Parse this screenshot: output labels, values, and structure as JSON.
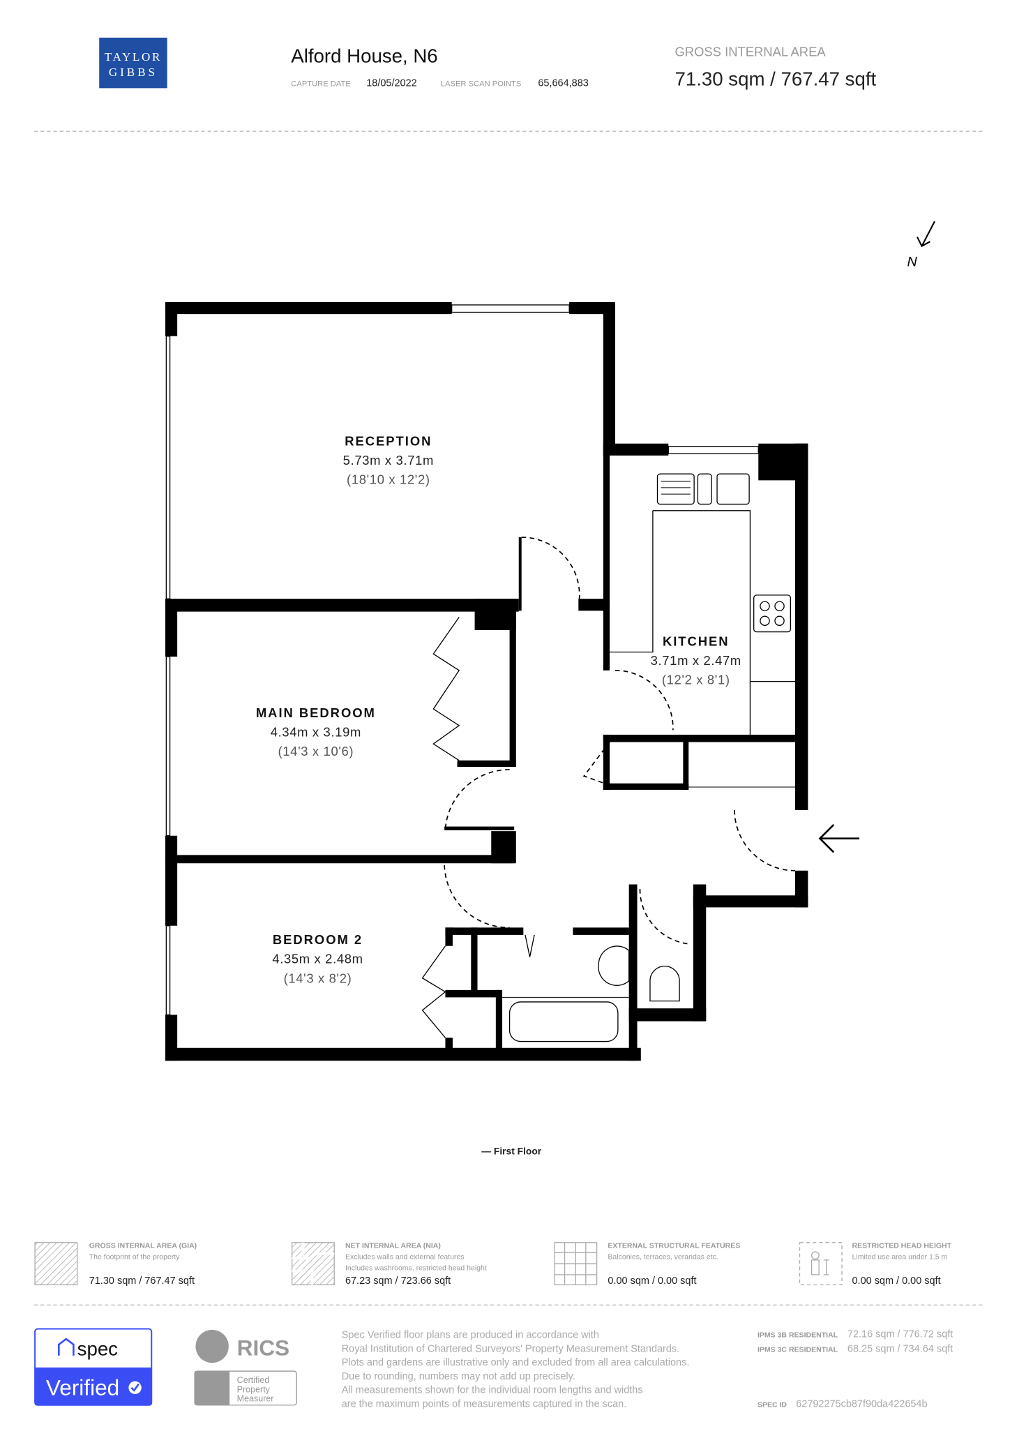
{
  "header": {
    "logo_text": [
      "TAYLOR",
      "GIBBS"
    ],
    "brand_color": "#1f4ea3",
    "property_title": "Alford House, N6",
    "capture_date_label": "CAPTURE DATE",
    "capture_date": "18/05/2022",
    "scan_points_label": "LASER SCAN POINTS",
    "scan_points": "65,664,883",
    "gia_label": "GROSS INTERNAL AREA",
    "gia_value": "71.30 sqm / 767.47 sqft"
  },
  "compass": {
    "label": "N"
  },
  "rooms": [
    {
      "name": "RECEPTION",
      "metric": "5.73m x 3.71m",
      "imperial": "(18'10 x 12'2)"
    },
    {
      "name": "KITCHEN",
      "metric": "3.71m x 2.47m",
      "imperial": "(12'2 x 8'1)"
    },
    {
      "name": "MAIN BEDROOM",
      "metric": "4.34m x 3.19m",
      "imperial": "(14'3 x 10'6)"
    },
    {
      "name": "BEDROOM 2",
      "metric": "4.35m x 2.48m",
      "imperial": "(14'3 x 8'2)"
    }
  ],
  "floor_label": "— First Floor",
  "legend": [
    {
      "title": "GROSS INTERNAL AREA (GIA)",
      "sub": [
        "The footprint of the property"
      ],
      "value": "71.30 sqm / 767.47 sqft"
    },
    {
      "title": "NET INTERNAL AREA (NIA)",
      "sub": [
        "Excludes walls and external features",
        "Includes washrooms, restricted head height"
      ],
      "value": "67.23 sqm / 723.66 sqft"
    },
    {
      "title": "EXTERNAL STRUCTURAL FEATURES",
      "sub": [
        "Balconies, terraces, verandas etc."
      ],
      "value": "0.00 sqm / 0.00 sqft"
    },
    {
      "title": "RESTRICTED HEAD HEIGHT",
      "sub": [
        "Limited use area under 1.5 m"
      ],
      "value": "0.00 sqm / 0.00 sqft"
    }
  ],
  "footer": {
    "spec_badge": {
      "top": "spec",
      "bottom": "Verified",
      "color": "#3b4ef5"
    },
    "rics": {
      "logo": "RICS",
      "cert": [
        "Certified",
        "Property",
        "Measurer"
      ]
    },
    "disclaimer": [
      "Spec Verified floor plans are produced in accordance with",
      "Royal Institution of Chartered Surveyors' Property Measurement Standards.",
      "Plots and gardens are illustrative only and excluded from all area calculations.",
      "Due to rounding, numbers may not add up precisely.",
      "All measurements shown for the individual room lengths and widths",
      "are the maximum points of measurements captured in the scan."
    ],
    "ipms": [
      {
        "label": "IPMS 3B RESIDENTIAL",
        "value": "72.16 sqm / 776.72 sqft"
      },
      {
        "label": "IPMS 3C RESIDENTIAL",
        "value": "68.25 sqm / 734.64 sqft"
      }
    ],
    "spec_id_label": "SPEC ID",
    "spec_id": "62792275cb87f90da422654b"
  }
}
